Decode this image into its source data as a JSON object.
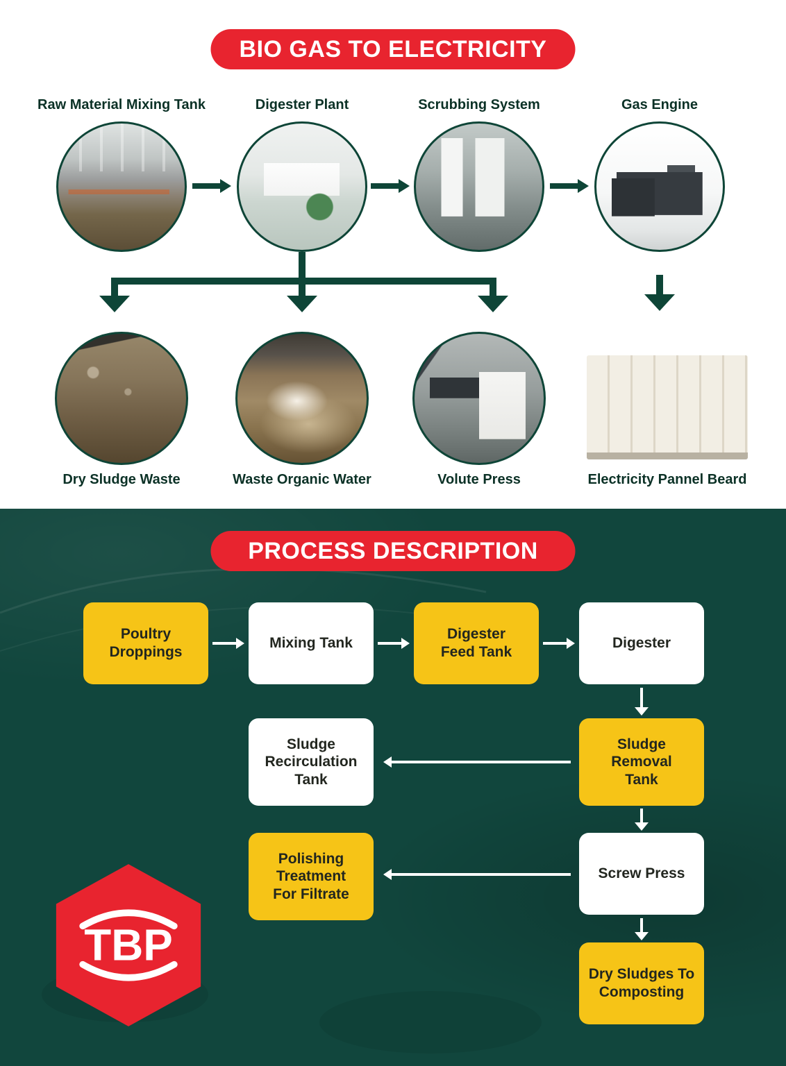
{
  "top": {
    "banner": "BIO GAS TO ELECTRICITY",
    "row1": [
      {
        "label": "Raw Material Mixing Tank",
        "icon": "raw-material-mixing-tank-photo"
      },
      {
        "label": "Digester Plant",
        "icon": "digester-plant-photo"
      },
      {
        "label": "Scrubbing System",
        "icon": "scrubbing-system-photo"
      },
      {
        "label": "Gas Engine",
        "icon": "gas-engine-photo"
      }
    ],
    "row2": [
      {
        "label": "Dry Sludge Waste",
        "icon": "dry-sludge-waste-photo"
      },
      {
        "label": "Waste Organic Water",
        "icon": "waste-organic-water-photo"
      },
      {
        "label": "Volute Press",
        "icon": "volute-press-photo"
      },
      {
        "label": "Electricity Pannel Beard",
        "icon": "electricity-panel-board-photo"
      }
    ]
  },
  "process": {
    "banner": "PROCESS DESCRIPTION",
    "boxes": {
      "poultry": "Poultry\nDroppings",
      "mixing": "Mixing Tank",
      "feed": "Digester\nFeed Tank",
      "digester": "Digester",
      "recirculation": "Sludge\nRecirculation\nTank",
      "removal": "Sludge\nRemoval\nTank",
      "polishing": "Polishing\nTreatment\nFor Filtrate",
      "screw": "Screw Press",
      "composting": "Dry Sludges To\nComposting"
    }
  },
  "logo": {
    "text": "TBP"
  },
  "colors": {
    "banner_red": "#E8242F",
    "arrow_dark_green": "#0E4537",
    "teal_background": "#11463D",
    "box_yellow": "#F6C417",
    "box_white": "#FFFFFF"
  }
}
